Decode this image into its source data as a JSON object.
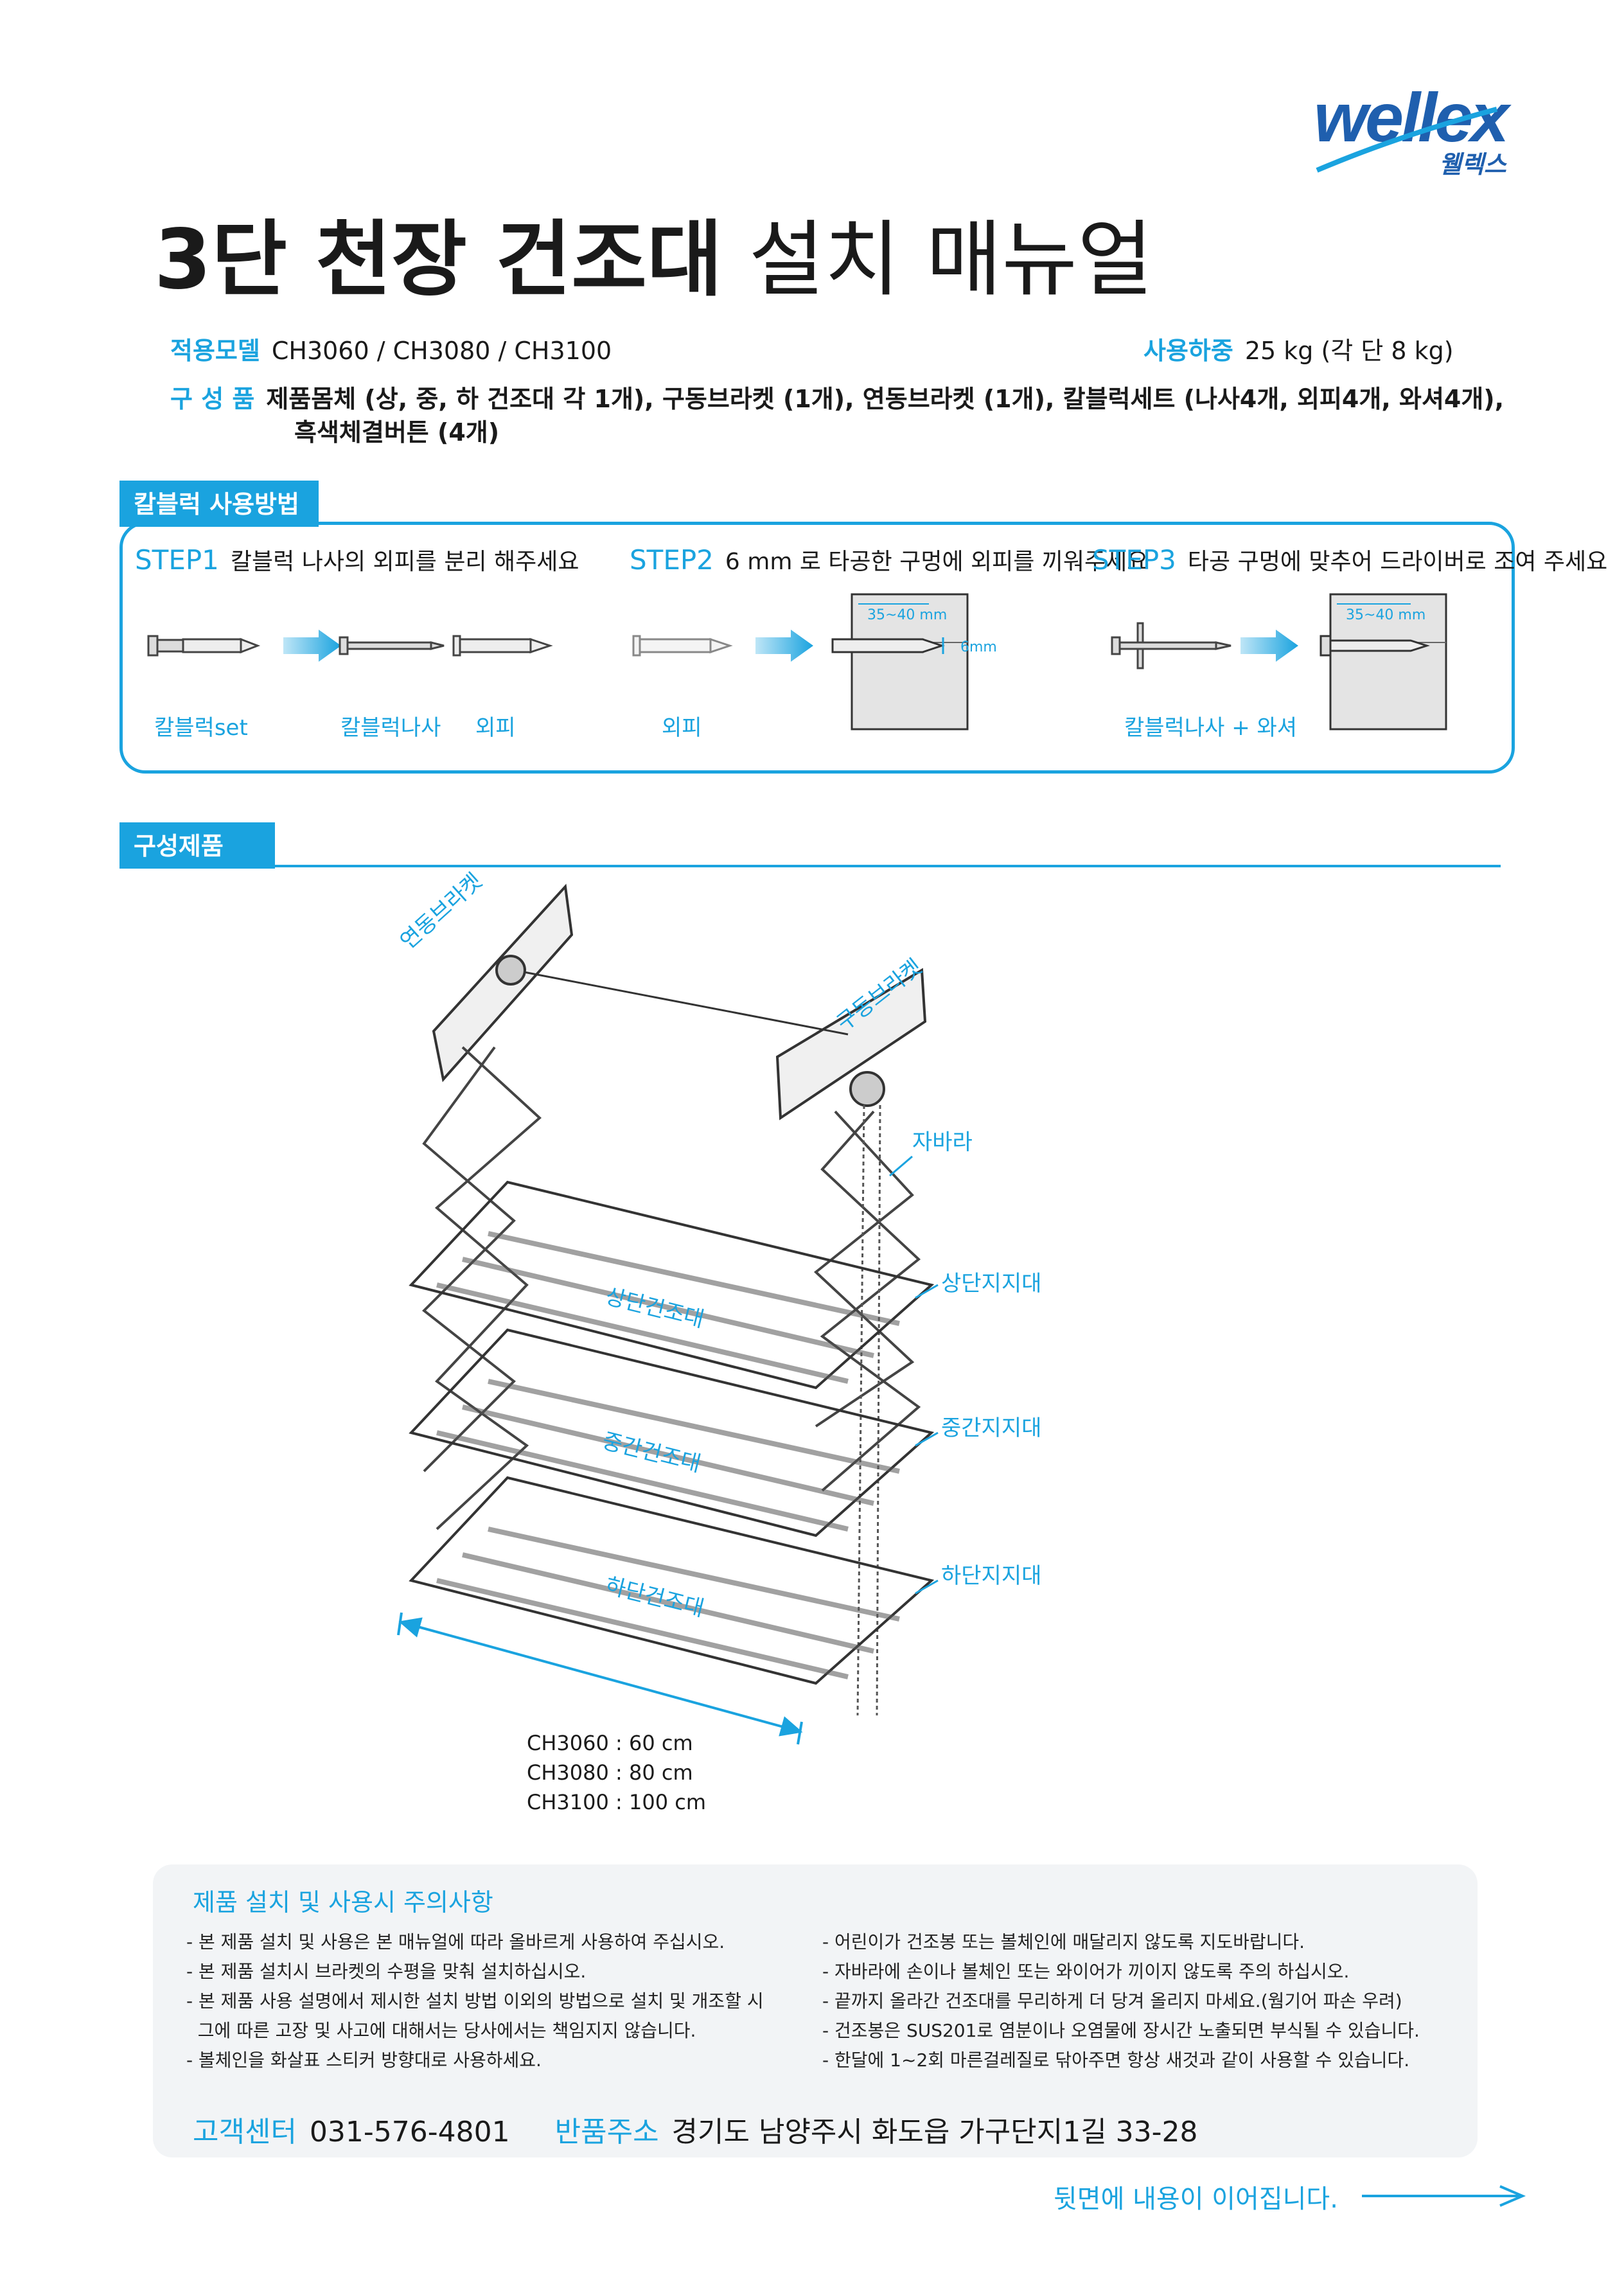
{
  "brand": {
    "logo_text": "wellex",
    "logo_sub": "웰렉스",
    "accent": "#1aa3df",
    "logo_color": "#1f5fae"
  },
  "title": {
    "bold": "3단 천장 건조대",
    "light": "설치 매뉴얼"
  },
  "specs": {
    "model_label": "적용모델",
    "model_value": "CH3060 / CH3080 / CH3100",
    "load_label": "사용하중",
    "load_value": "25 kg (각 단 8 kg)",
    "components_label": "구 성 품",
    "components_line1": "제품몸체 (상, 중, 하 건조대 각 1개), 구동브라켓 (1개), 연동브라켓 (1개), 칼블럭세트 (나사4개, 외피4개, 와셔4개),",
    "components_line2": "흑색체결버튼 (4개)"
  },
  "anchor_section": {
    "tab": "칼블럭 사용방법",
    "step1_label": "STEP1",
    "step1_text": "칼블럭 나사의 외피를 분리 해주세요",
    "step2_label": "STEP2",
    "step2_text": "6 mm 로 타공한 구멍에 외피를 끼워주세요",
    "step3_label": "STEP3",
    "step3_text": "타공 구멍에 맞추어 드라이버로 조여 주세요",
    "cap_set": "칼블럭set",
    "cap_screw": "칼블럭나사",
    "cap_sleeve": "외피",
    "cap_sleeve2": "외피",
    "cap_screw_washer": "칼블럭나사 + 와셔",
    "dim_depth": "35~40 mm",
    "dim_hole": "6mm",
    "dim_depth2": "35~40 mm"
  },
  "parts_section": {
    "tab": "구성제품",
    "label_link_bracket": "연동브라켓",
    "label_drive_bracket": "구동브라켓",
    "label_chain": "자바라",
    "label_upper_support": "상단지지대",
    "label_mid_support": "중간지지대",
    "label_low_support": "하단지지대",
    "label_upper_rack": "상단건조대",
    "label_mid_rack": "중간건조대",
    "label_low_rack": "하단건조대",
    "sizes": [
      "CH3060 : 60 cm",
      "CH3080 : 80 cm",
      "CH3100 : 100 cm"
    ]
  },
  "notes": {
    "title": "제품 설치 및 사용시 주의사항",
    "left": [
      "- 본 제품 설치 및 사용은 본 매뉴얼에 따라 올바르게 사용하여 주십시오.",
      "- 본 제품 설치시 브라켓의 수평을 맞춰 설치하십시오.",
      "- 본 제품 사용 설명에서 제시한 설치 방법 이외의 방법으로 설치 및 개조할 시",
      "  그에 따른 고장 및 사고에 대해서는 당사에서는 책임지지 않습니다.",
      "- 볼체인을 화살표 스티커 방향대로 사용하세요."
    ],
    "right": [
      "- 어린이가 건조봉 또는 볼체인에 매달리지 않도록 지도바랍니다.",
      "- 자바라에 손이나 볼체인 또는 와이어가 끼이지 않도록 주의 하십시오.",
      "- 끝까지 올라간 건조대를 무리하게 더 당겨 올리지 마세요.(웜기어 파손 우려)",
      "- 건조봉은 SUS201로 염분이나 오염물에 장시간 노출되면 부식될 수 있습니다.",
      "- 한달에 1~2회 마른걸레질로 닦아주면 항상 새것과 같이 사용할 수 있습니다."
    ]
  },
  "contact": {
    "cs_label": "고객센터",
    "cs_value": "031-576-4801",
    "return_label": "반품주소",
    "return_value": "경기도 남양주시 화도읍 가구단지1길 33-28"
  },
  "continue_text": "뒷면에 내용이 이어집니다."
}
